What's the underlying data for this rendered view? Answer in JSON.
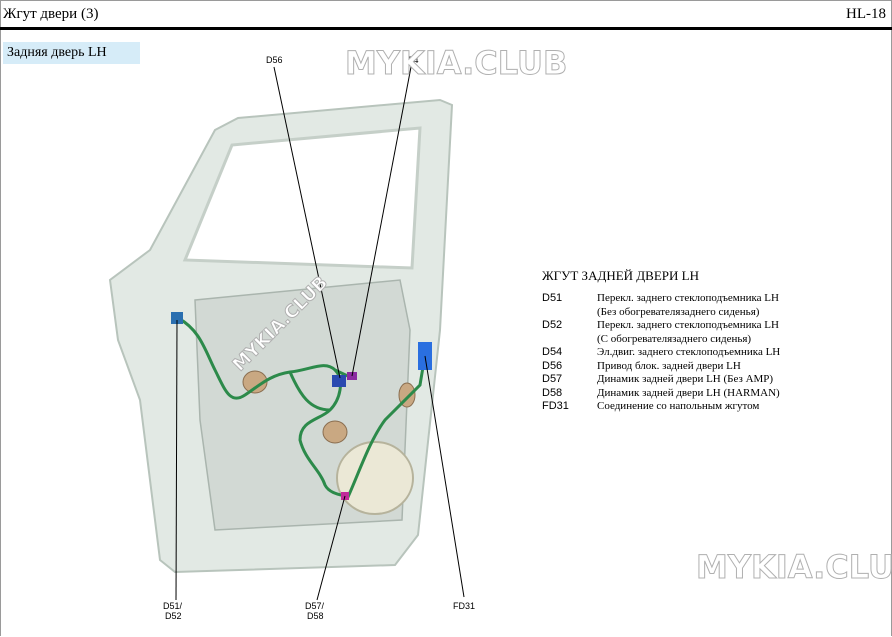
{
  "header": {
    "title": "Жгут двери (3)",
    "code": "HL-18"
  },
  "section": {
    "label": "Задняя дверь LH"
  },
  "watermark": "MYKIA.CLUB",
  "callouts": {
    "d56": "D56",
    "d54": "D54",
    "d51_52_a": "D51/",
    "d51_52_b": "D52",
    "d57_58_a": "D57/",
    "d57_58_b": "D58",
    "fd31": "FD31"
  },
  "legend": {
    "title": "ЖГУТ ЗАДНЕЙ ДВЕРИ LH",
    "items": [
      {
        "code": "D51",
        "desc": "Перекл. заднего стеклоподъемника LH",
        "desc2": "(Без обогревателязаднего сиденья)"
      },
      {
        "code": "D52",
        "desc": "Перекл. заднего стеклоподъемника LH",
        "desc2": "(С обогревателязаднего сиденья)"
      },
      {
        "code": "D54",
        "desc": "Эл.двиг. заднего стеклоподъемника LH"
      },
      {
        "code": "D56",
        "desc": "Привод блок. задней двери LH"
      },
      {
        "code": "D57",
        "desc": "Динамик задней двери LH (Без AMP)"
      },
      {
        "code": "D58",
        "desc": "Динамик задней двери LH (HARMAN)"
      },
      {
        "code": "FD31",
        "desc": "Соединение со напольным жгутом"
      }
    ]
  }
}
